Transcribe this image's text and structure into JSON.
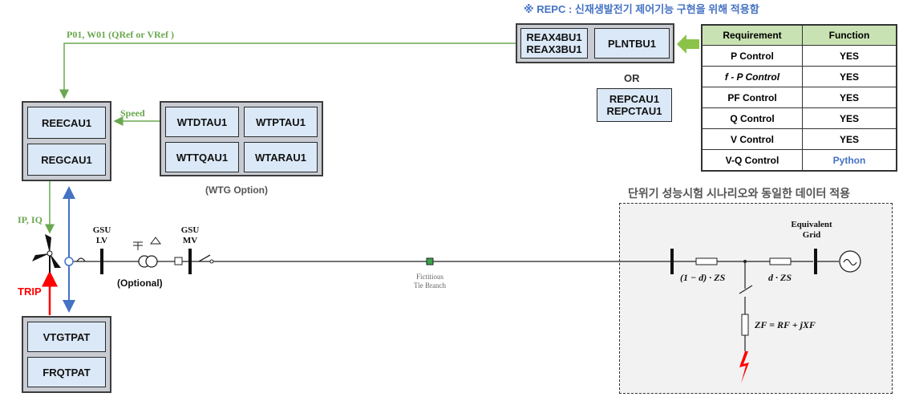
{
  "repc_note": "※ REPC : 신재생발전기 제어기능 구현을 위해 적용함",
  "plant_group": {
    "reax_lines": [
      "REAX4BU1",
      "REAX3BU1"
    ],
    "plntbu": "PLNTBU1"
  },
  "or_label": "OR",
  "repc_alt_lines": [
    "REPCAU1",
    "REPCTAU1"
  ],
  "requirement_table": {
    "headers": [
      "Requirement",
      "Function"
    ],
    "rows": [
      {
        "req": "P Control",
        "func": "YES"
      },
      {
        "req": "f - P Control",
        "func": "YES"
      },
      {
        "req": "PF Control",
        "func": "YES"
      },
      {
        "req": "Q Control",
        "func": "YES"
      },
      {
        "req": "V Control",
        "func": "YES"
      },
      {
        "req": "V-Q Control",
        "func": "Python"
      }
    ]
  },
  "signal_labels": {
    "p01_w01": "P01, W01 (QRef or VRef )",
    "speed": "Speed",
    "ip_iq": "IP, IQ",
    "trip": "TRIP"
  },
  "electrical_group": {
    "reec": "REECAU1",
    "regc": "REGCAU1"
  },
  "wtg_group": {
    "wtdt": "WTDTAU1",
    "wtpt": "WTPTAU1",
    "wttq": "WTTQAU1",
    "wtar": "WTARAU1"
  },
  "wtg_option_label": "(WTG Option)",
  "protection_group": {
    "vtgt": "VTGTPAT",
    "frqt": "FRQTPAT"
  },
  "gsu_lv_lines": [
    "GSU",
    "LV"
  ],
  "gsu_mv_lines": [
    "GSU",
    "MV"
  ],
  "optional_label": "(Optional)",
  "tie_branch_lines": [
    "Fictitious",
    "Tie Branch"
  ],
  "scenario_title": "단위기 성능시험 시나리오와 동일한 데이터 적용",
  "equivalent_grid_lines": [
    "Equivalent",
    "Grid"
  ],
  "impedance_labels": {
    "left": "(1 − d) · ZS",
    "right": "d · ZS",
    "fault": "ZF = RF + jXF"
  },
  "colors": {
    "green": "#6aa84f",
    "blue": "#4472c4",
    "red": "#ff0000",
    "block": "#dbe8f7",
    "header": "#c9e2b3"
  }
}
